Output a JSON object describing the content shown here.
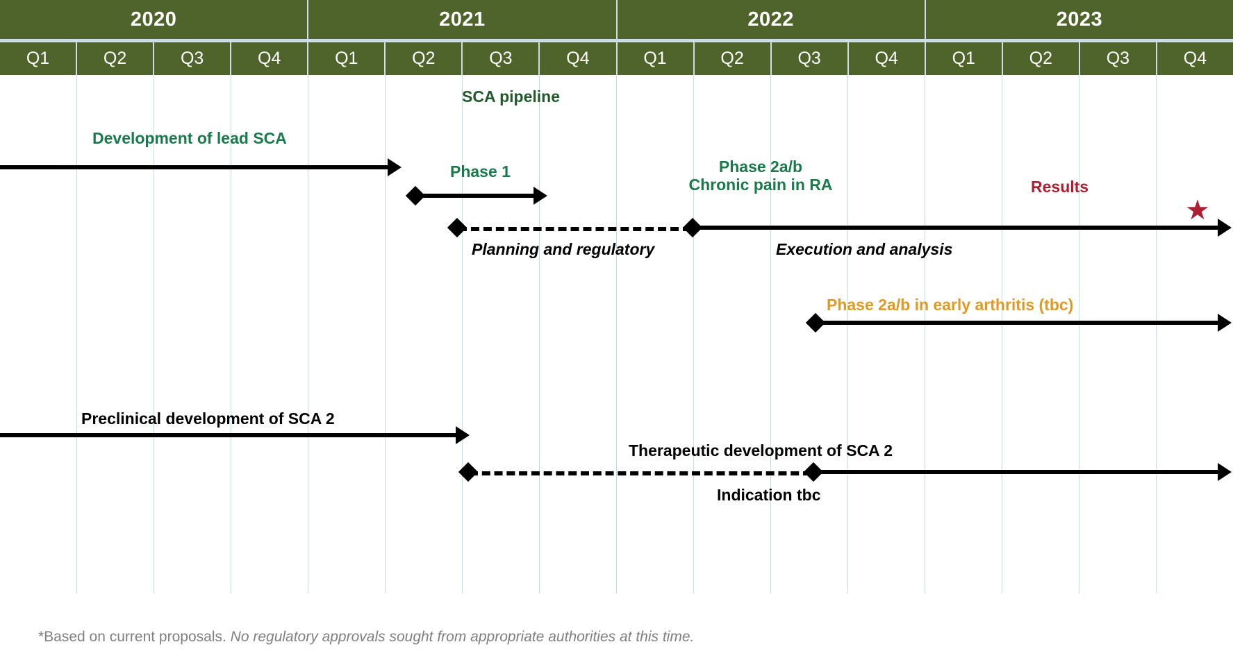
{
  "chart_data": {
    "type": "table",
    "title": "SCA pipeline",
    "axis": {
      "years": [
        "2020",
        "2021",
        "2022",
        "2023"
      ],
      "quarters": [
        "Q1",
        "Q2",
        "Q3",
        "Q4"
      ],
      "total_columns": 16,
      "grid": true
    },
    "tracks": [
      {
        "name": "Development of lead SCA",
        "label": "Development of lead SCA",
        "color": "#1a7a4c",
        "style": "solid-arrow",
        "start": "2020 Q1",
        "end": "2021 Q3"
      },
      {
        "name": "Phase 1",
        "label": "Phase 1",
        "color": "#1a7a4c",
        "style": "diamond-solid-arrow",
        "start": "2021 Q3",
        "end": "2021 Q4"
      },
      {
        "name": "Phase 2a/b Chronic pain in RA",
        "label": "Phase 2a/b\nChronic pain in RA",
        "color": "#1a7a4c",
        "style": "diamond-dashed-then-solid-arrow",
        "dashed_start": "2021 Q4",
        "solid_start": "2022 Q3",
        "end": "2023 Q4",
        "segment_labels": [
          "Planning and regulatory",
          "Execution and analysis"
        ],
        "milestone": "Results"
      },
      {
        "name": "Phase 2a/b in early arthritis (tbc)",
        "label": "Phase 2a/b in early arthritis (tbc)",
        "color": "#e09a23",
        "style": "diamond-solid-arrow",
        "start": "2023 Q1",
        "end": "2023 Q4"
      },
      {
        "name": "Preclinical development of SCA 2",
        "label": "Preclinical development of SCA 2",
        "color": "#000000",
        "style": "solid-arrow",
        "start": "2020 Q1",
        "end": "2021 Q4"
      },
      {
        "name": "Therapeutic development of SCA 2",
        "label": "Therapeutic development of SCA 2",
        "color": "#000000",
        "style": "diamond-dashed-then-solid-arrow",
        "dashed_start": "2021 Q4",
        "solid_start": "2023 Q1",
        "end": "2023 Q4",
        "sub_label": "Indication tbc"
      }
    ]
  },
  "header": {
    "years": [
      {
        "label": "2020"
      },
      {
        "label": "2021"
      },
      {
        "label": "2022"
      },
      {
        "label": "2023"
      }
    ],
    "quarters": [
      "Q1",
      "Q2",
      "Q3",
      "Q4",
      "Q1",
      "Q2",
      "Q3",
      "Q4",
      "Q1",
      "Q2",
      "Q3",
      "Q4",
      "Q1",
      "Q2",
      "Q3",
      "Q4"
    ]
  },
  "labels": {
    "pipeline_title": "SCA pipeline",
    "development_lead_sca": "Development of lead SCA",
    "phase_1": "Phase 1",
    "phase_2ab_line1": "Phase 2a/b",
    "phase_2ab_line2": "Chronic pain in RA",
    "results": "Results",
    "planning_and_regulatory": "Planning and regulatory",
    "execution_and_analysis": "Execution and analysis",
    "phase_2ab_early_arthritis": "Phase 2a/b in early arthritis (tbc)",
    "preclinical_development": "Preclinical development of SCA 2",
    "therapeutic_development": "Therapeutic development of SCA 2",
    "indication_tbc": "Indication tbc"
  },
  "icons": {
    "milestone_star": "★"
  },
  "footnote": {
    "plain": "*Based on current proposals. ",
    "italic": "No regulatory approvals sought from appropriate authorities at this time."
  },
  "colors": {
    "header_green": "#4e642a",
    "grid_blue": "#c6d9e8",
    "label_green": "#1a7a4c",
    "title_green": "#23582c",
    "accent_orange": "#e09a23",
    "accent_red": "#b01f31",
    "bar_black": "#000000",
    "footnote_grey": "#7f7f7f"
  }
}
